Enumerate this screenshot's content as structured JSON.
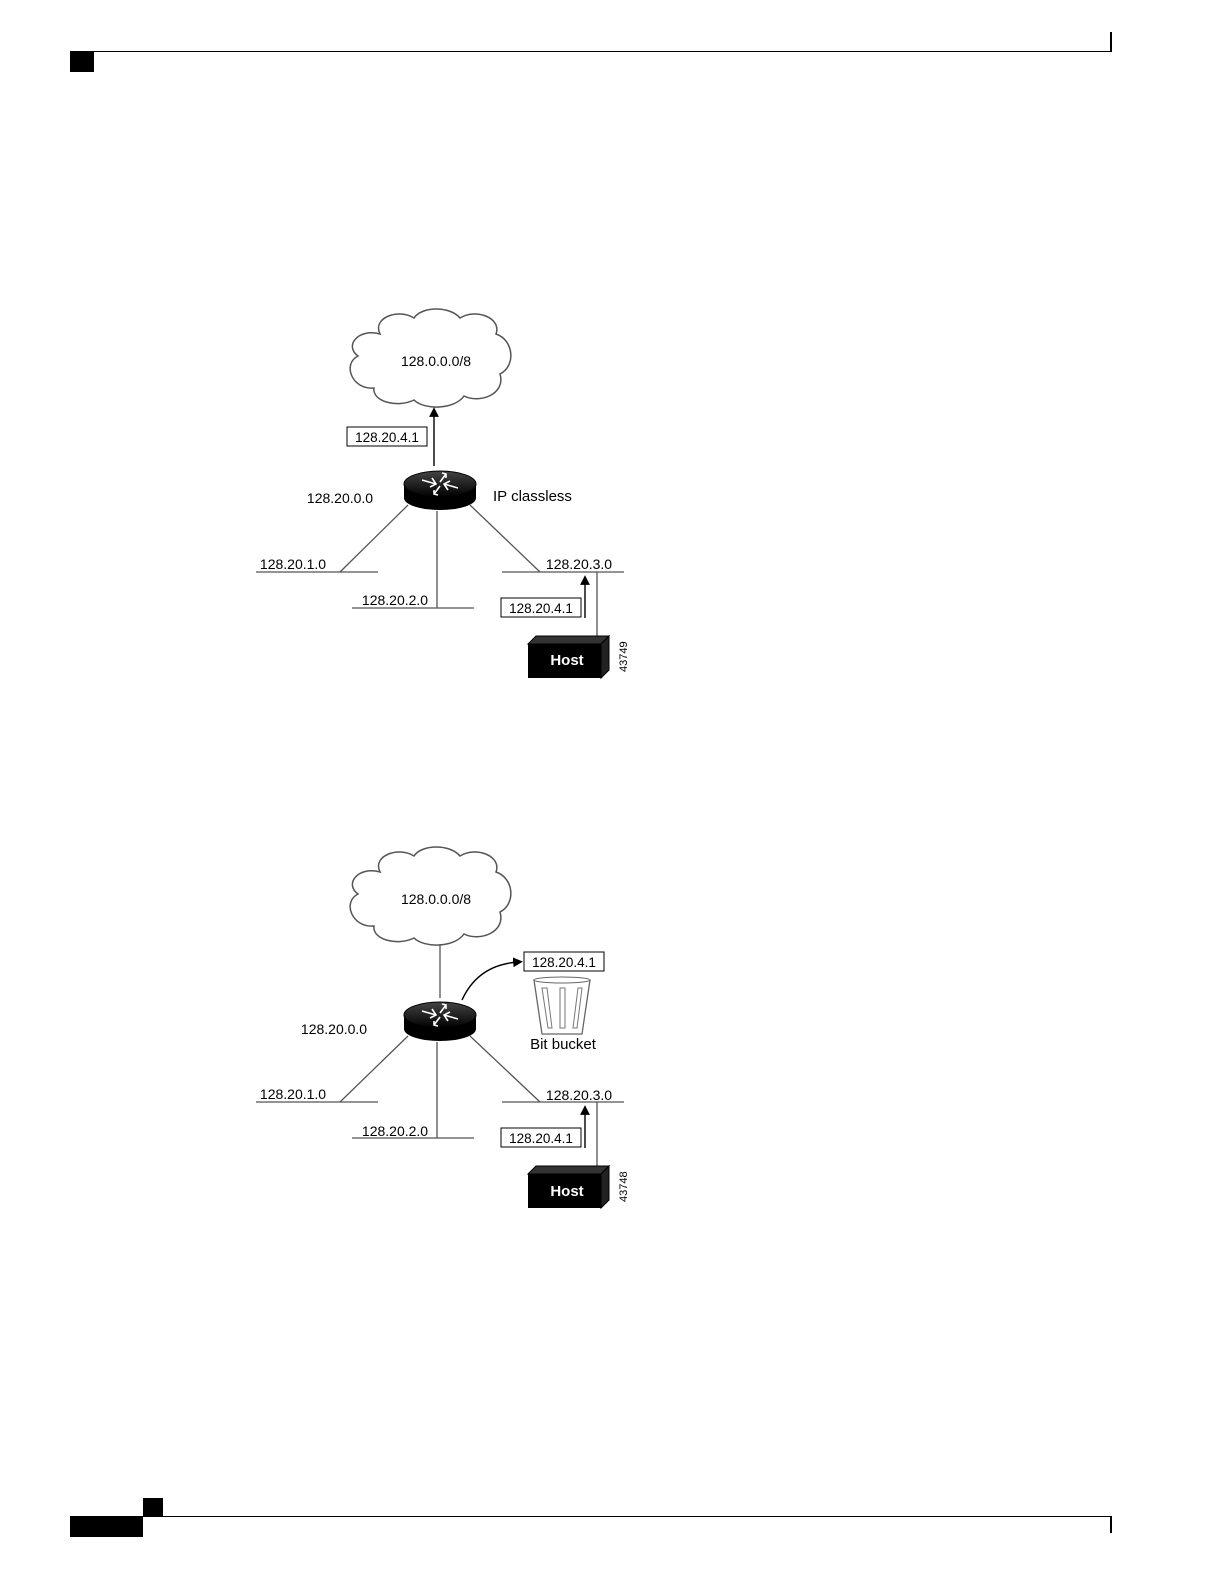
{
  "colors": {
    "ink": "#000000",
    "paper": "#ffffff",
    "line": "#555555"
  },
  "diagram_ip_classless": {
    "cloud_label": "128.0.0.0/8",
    "packet_up_label": "128.20.4.1",
    "router_network_label": "128.20.0.0",
    "router_mode_label": "IP classless",
    "subnet_1_label": "128.20.1.0",
    "subnet_2_label": "128.20.2.0",
    "subnet_3_label": "128.20.3.0",
    "host_packet_label": "128.20.4.1",
    "host_label": "Host",
    "figure_id": "43749"
  },
  "diagram_bit_bucket": {
    "cloud_label": "128.0.0.0/8",
    "discarded_packet_label": "128.20.4.1",
    "bit_bucket_label": "Bit bucket",
    "router_network_label": "128.20.0.0",
    "subnet_1_label": "128.20.1.0",
    "subnet_2_label": "128.20.2.0",
    "subnet_3_label": "128.20.3.0",
    "host_packet_label": "128.20.4.1",
    "host_label": "Host",
    "figure_id": "43748"
  }
}
